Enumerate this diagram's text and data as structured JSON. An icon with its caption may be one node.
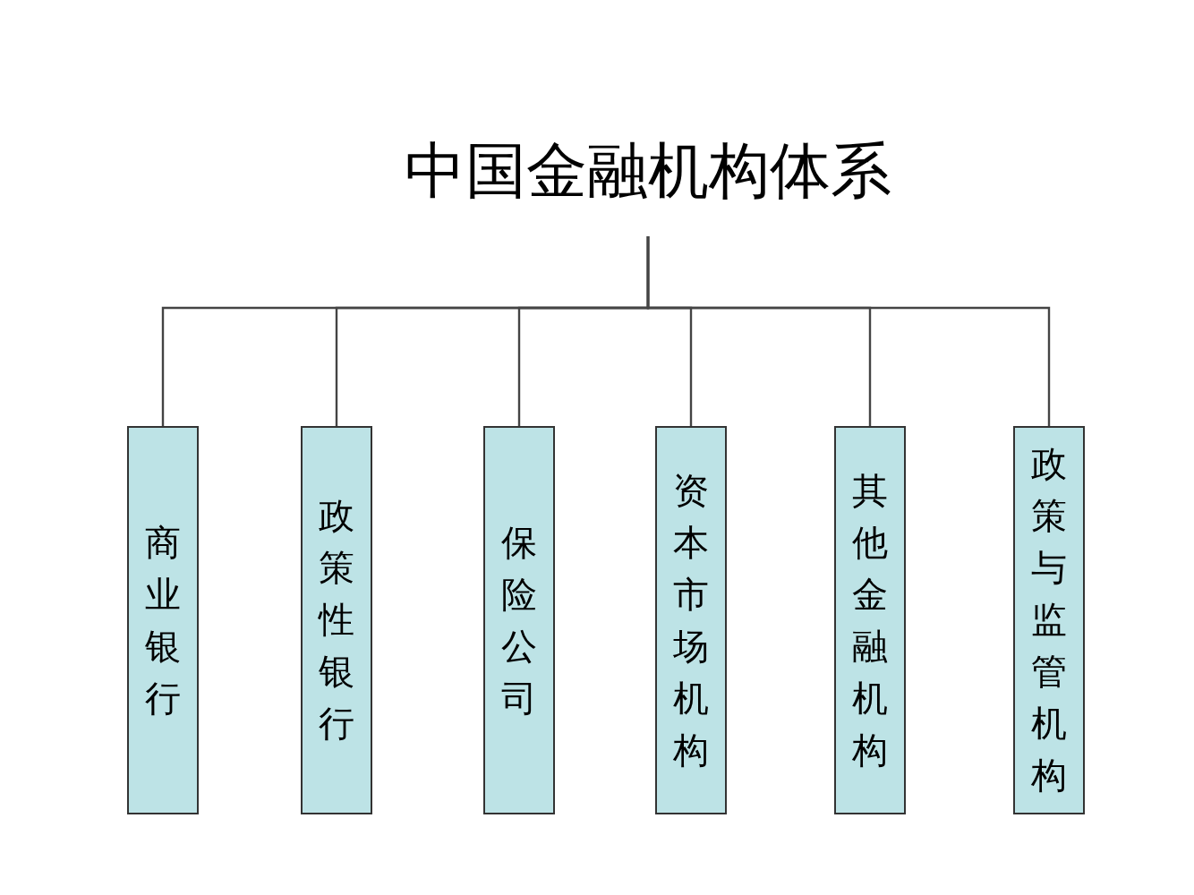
{
  "diagram": {
    "nodes": [
      {
        "text": [
          "中国金融机构体系"
        ]
      },
      {
        "text": [
          "商业银行"
        ]
      },
      {
        "text": [
          "政策性银行"
        ]
      },
      {
        "text": [
          "保险公司"
        ]
      },
      {
        "text": [
          "资本市场机构"
        ]
      },
      {
        "text": [
          "其他金融机构"
        ]
      },
      {
        "text": [
          "政策与监管机构"
        ]
      }
    ],
    "edges": [
      {
        "from": 0,
        "to": 1,
        "arrow": "none"
      },
      {
        "from": 0,
        "to": 2,
        "arrow": "none"
      },
      {
        "from": 0,
        "to": 3,
        "arrow": "none"
      },
      {
        "from": 0,
        "to": 4,
        "arrow": "none"
      },
      {
        "from": 0,
        "to": 5,
        "arrow": "none"
      },
      {
        "from": 0,
        "to": 6,
        "arrow": "none"
      }
    ]
  }
}
